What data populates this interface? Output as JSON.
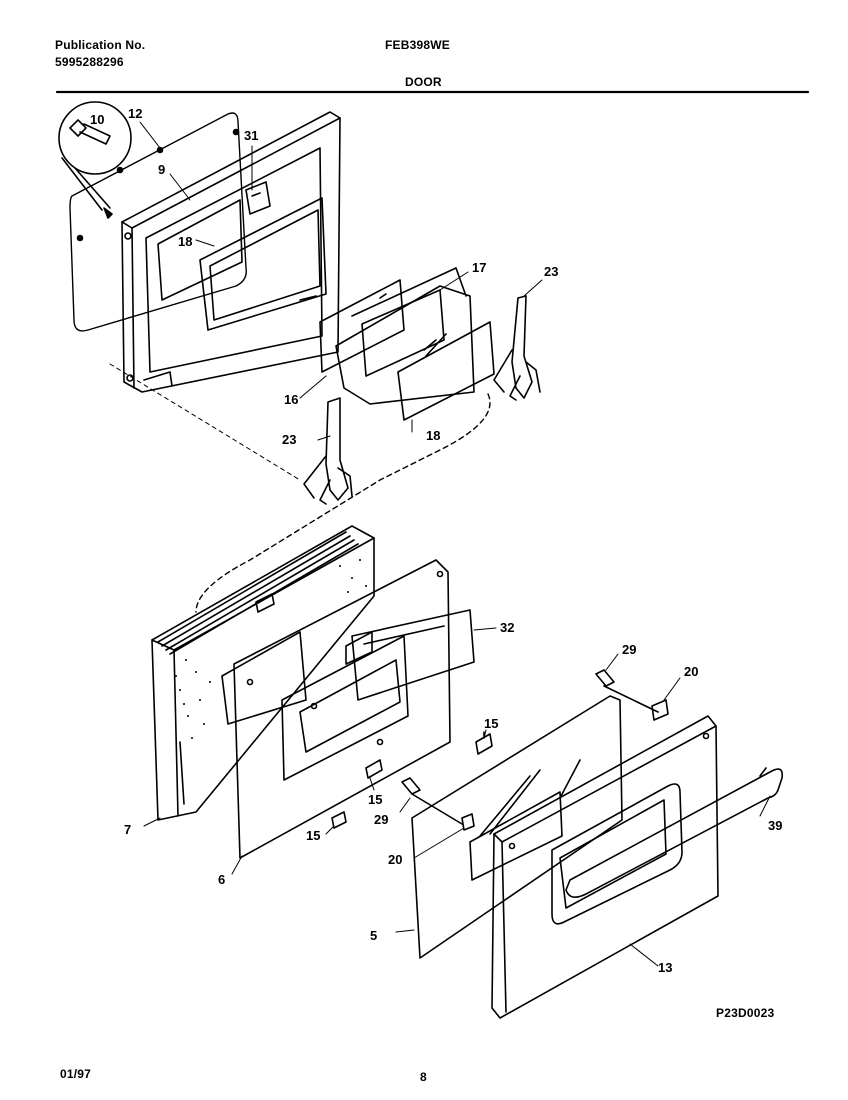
{
  "header": {
    "publication_label": "Publication No.",
    "publication_number": "5995288296",
    "model": "FEB398WE",
    "section": "DOOR"
  },
  "diagram_code": "P23D0023",
  "footer": {
    "date": "01/97",
    "page": "8"
  },
  "callouts": {
    "c10": "10",
    "c12": "12",
    "c9": "9",
    "c31": "31",
    "c18a": "18",
    "c17": "17",
    "c23a": "23",
    "c16": "16",
    "c18b": "18",
    "c23b": "23",
    "c32": "32",
    "c29a": "29",
    "c20a": "20",
    "c15a": "15",
    "c15b": "15",
    "c29b": "29",
    "c39": "39",
    "c7": "7",
    "c15c": "15",
    "c20b": "20",
    "c6": "6",
    "c5": "5",
    "c13": "13"
  }
}
